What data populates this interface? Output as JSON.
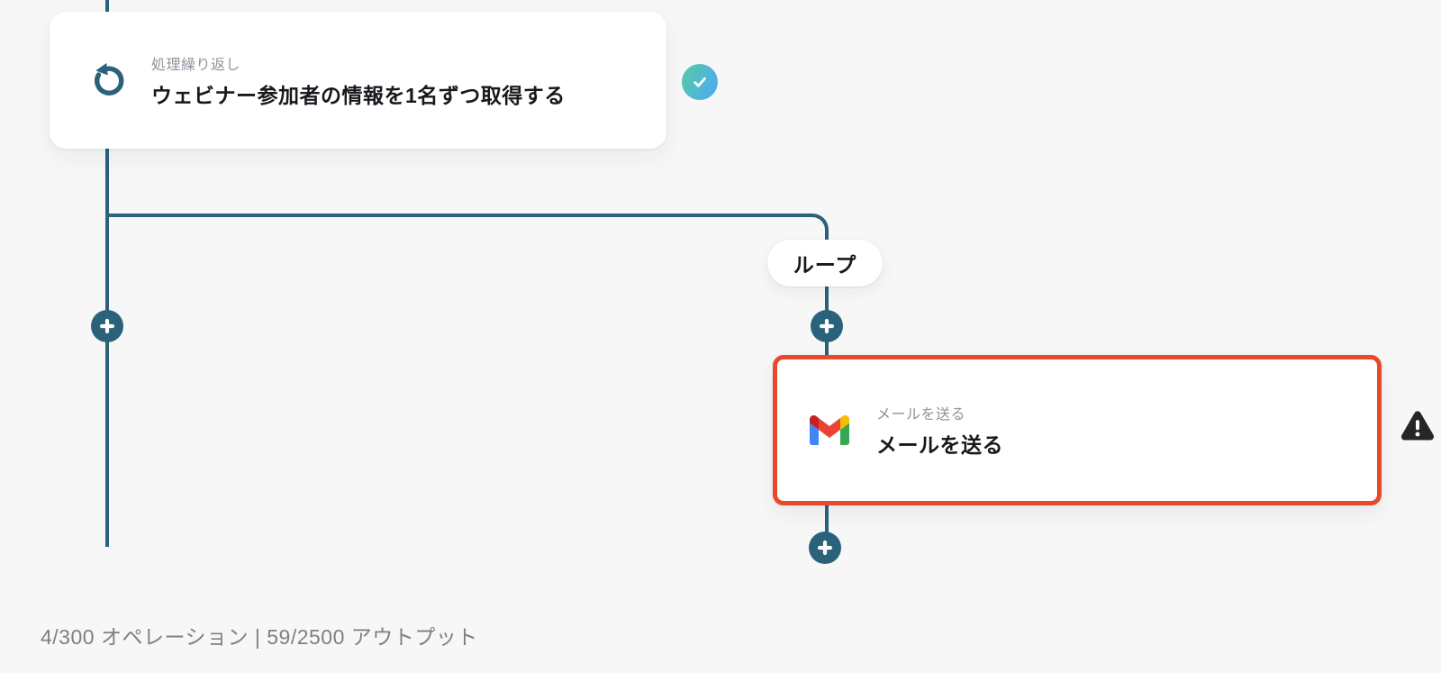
{
  "app": {
    "background_color": "#f7f7f8"
  },
  "colors": {
    "connector_teal": "#2a627b",
    "selection_border_red": "#e8492a",
    "check_badge_gradient_start": "#55c7ab",
    "check_badge_gradient_end": "#4dacee",
    "warning_black": "#262626",
    "node_title_text": "#16191d",
    "node_label_text": "#8e949d",
    "footer_text": "#7c8187"
  },
  "icons": {
    "loop": "circular-arrow-ccw",
    "check": "checkmark",
    "plus": "plus-cross",
    "gmail": "gmail-m-logo",
    "warning": "exclamation-triangle"
  },
  "loop_node": {
    "type_label": "処理繰り返し",
    "title": "ウェビナー参加者の情報を1名ずつ取得する",
    "status": "success"
  },
  "branch": {
    "pill_label": "ループ"
  },
  "gmail_node": {
    "type_label": "メールを送る",
    "title": "メールを送る",
    "status": "warning",
    "selected": true
  },
  "footer": {
    "usage": "4/300 オペレーション | 59/2500 アウトプット"
  }
}
